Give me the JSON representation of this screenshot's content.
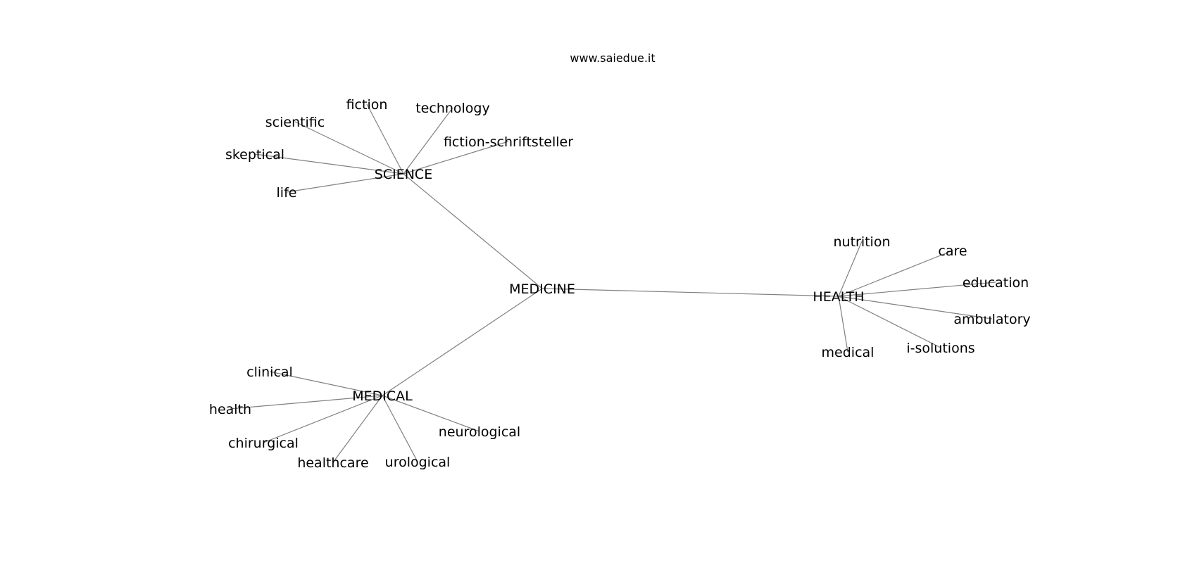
{
  "watermark": "www.saiedue.it",
  "graph": {
    "center": "MEDICINE",
    "hubs": [
      {
        "id": "SCIENCE",
        "label": "SCIENCE",
        "leaves": [
          "fiction",
          "technology",
          "scientific",
          "fiction-schriftsteller",
          "skeptical",
          "life"
        ]
      },
      {
        "id": "HEALTH",
        "label": "HEALTH",
        "leaves": [
          "nutrition",
          "care",
          "education",
          "ambulatory",
          "i-solutions",
          "medical"
        ]
      },
      {
        "id": "MEDICAL",
        "label": "MEDICAL",
        "leaves": [
          "clinical",
          "health",
          "chirurgical",
          "healthcare",
          "urological",
          "neurological"
        ]
      }
    ]
  },
  "colors": {
    "edge": "#808080",
    "text": "#000000",
    "background": "#ffffff"
  }
}
